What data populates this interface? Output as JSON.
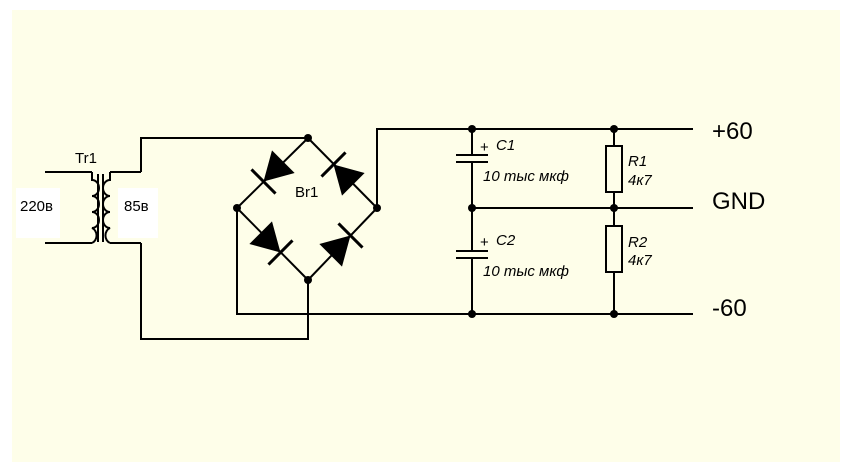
{
  "colors": {
    "background": "#fefee9",
    "wire": "#000000",
    "label_bg": "#ffffff"
  },
  "transformer": {
    "ref": "Tr1",
    "primary_voltage": "220в",
    "secondary_voltage": "85в"
  },
  "bridge": {
    "ref": "Br1"
  },
  "capacitors": [
    {
      "ref": "C1",
      "value": "10 тыс мкф",
      "polarity": "+"
    },
    {
      "ref": "C2",
      "value": "10 тыс мкф",
      "polarity": "+"
    }
  ],
  "resistors": [
    {
      "ref": "R1",
      "value": "4к7"
    },
    {
      "ref": "R2",
      "value": "4к7"
    }
  ],
  "outputs": {
    "positive": "+60",
    "ground": "GND",
    "negative": "-60"
  }
}
